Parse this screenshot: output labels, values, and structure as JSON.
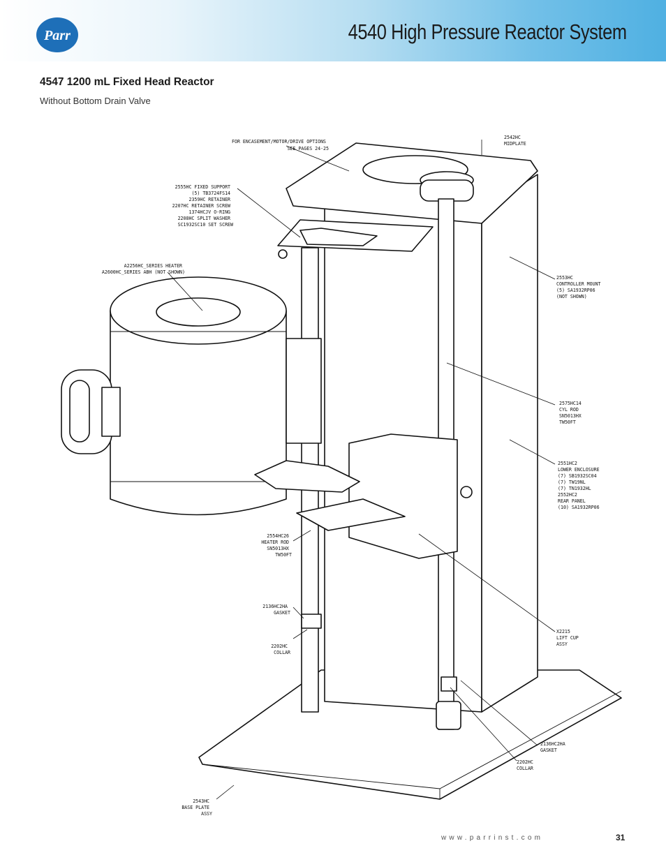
{
  "header": {
    "logo_text": "Parr",
    "title": "4540 High Pressure Reactor System"
  },
  "section": {
    "title": "4547 1200 mL Fixed Head Reactor",
    "subtitle": "Without Bottom Drain Valve"
  },
  "callouts": {
    "options": [
      "FOR ENCASEMENT/MOTOR/DRIVE OPTIONS",
      "SEE PAGES 24-25"
    ],
    "midplate": [
      "2542HC",
      "MIDPLATE"
    ],
    "fixed_support": [
      "2555HC FIXED SUPPORT",
      "(5) TB3724FS14",
      "2359HC RETAINER",
      "2207HC RETAINER SCREW",
      "1374HCJV O-RING",
      "2208HC SPLIT WASHER",
      "SC1932SC10 SET SCREW"
    ],
    "heater": [
      "A2256HC_SERIES HEATER",
      "A2600HC_SERIES ABH (NOT SHOWN)"
    ],
    "controller_mount": [
      "2553HC",
      "CONTROLLER MOUNT",
      "(5) SA1932RP06",
      "(NOT SHOWN)"
    ],
    "cyl_rod": [
      "2575HC14",
      "CYL ROD",
      "SN5013HX",
      "TW50FT"
    ],
    "lower_enclosure": [
      "2551HC2",
      "LOWER ENCLOSURE",
      "(7) SB1932SC04",
      "(7) TW19NL",
      "(7) TN1932HL",
      "2552HC2",
      "REAR PANEL",
      "(10) SA1932RP06"
    ],
    "heater_rod": [
      "2554HC26",
      "HEATER ROD",
      "SN5013HX",
      "TW50FT"
    ],
    "gasket_left": [
      "2136HC2HA",
      "GASKET"
    ],
    "collar_left": [
      "2202HC",
      "COLLAR"
    ],
    "lift_cup": [
      "X2215",
      "LIFT CUP",
      "ASSY"
    ],
    "gasket_right": [
      "2136HC2HA",
      "GASKET"
    ],
    "collar_right": [
      "2202HC",
      "COLLAR"
    ],
    "base_plate": [
      "2543HC",
      "BASE PLATE",
      "ASSY"
    ]
  },
  "footer": {
    "url": "www.parrinst.com",
    "page_number": "31"
  },
  "colors": {
    "header_gradient_start": "#ffffff",
    "header_gradient_end": "#4fb0e2",
    "logo_blue": "#1e6fb8"
  }
}
